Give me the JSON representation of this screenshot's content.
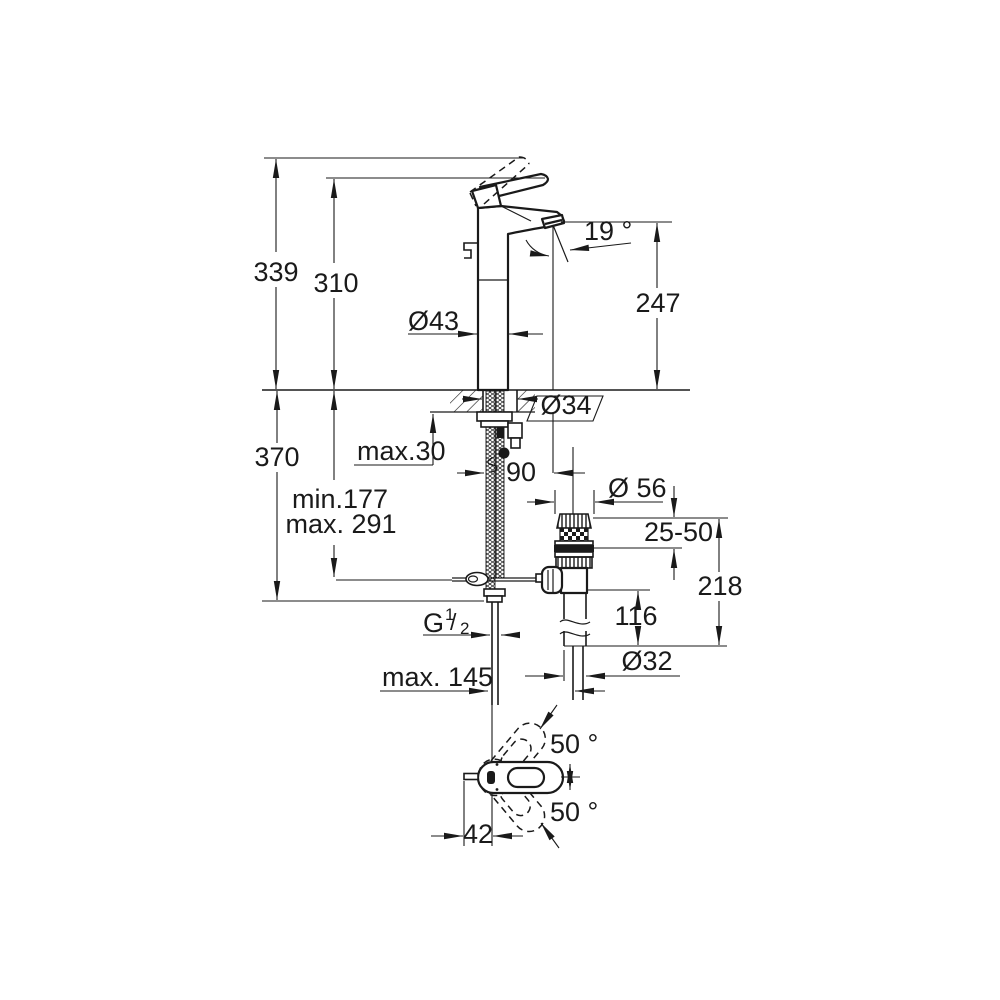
{
  "style": {
    "line_color": "#1a1a1a",
    "background_color": "#ffffff"
  },
  "drawing": {
    "kind": "technical-dimension-drawing",
    "views": [
      "side-elevation-with-installation",
      "handle-top-view"
    ]
  },
  "dims": {
    "overall_height": "339",
    "height_to_handle": "310",
    "spout_angle": "19 °",
    "spout_outlet_height": "247",
    "body_diameter": "Ø43",
    "mounting_hole_diameter": "Ø34",
    "max_deck_thickness": "max.30",
    "under_counter_height": "370",
    "pull_rod_min": "min.177",
    "pull_rod_max": "max. 291",
    "spout_reach": "90",
    "waste_flange_diameter": "Ø 56",
    "clamping_range": "25-50",
    "waste_height": "218",
    "tailpipe_length": "116",
    "tailpipe_diameter": "Ø32",
    "supply_hose_reach": "max. 145",
    "thread": {
      "g": "G",
      "numerator": "1",
      "slash": "/",
      "denominator": "2"
    },
    "handle_swivel_up": "50 °",
    "handle_swivel_down": "50 °",
    "handle_rod_offset": "42"
  }
}
